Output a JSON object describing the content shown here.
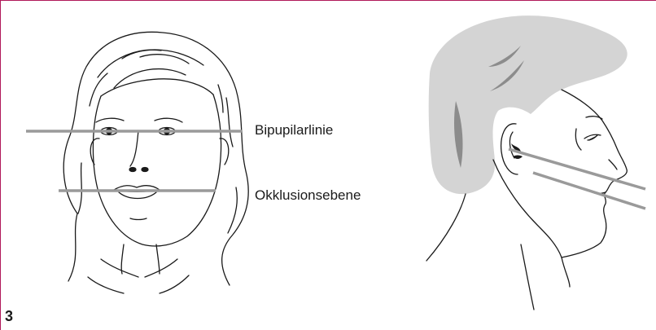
{
  "figure": {
    "number": "3",
    "frame_color": "#b0195a"
  },
  "labels": {
    "bipupillary_line": "Bipupilarlinie",
    "occlusal_plane": "Okklusionsebene"
  },
  "colors": {
    "reference_line": "#9a9a9a",
    "hair_fill": "#d4d4d4",
    "hair_accent": "#8c8c8c",
    "outline": "#1a1a1a"
  }
}
